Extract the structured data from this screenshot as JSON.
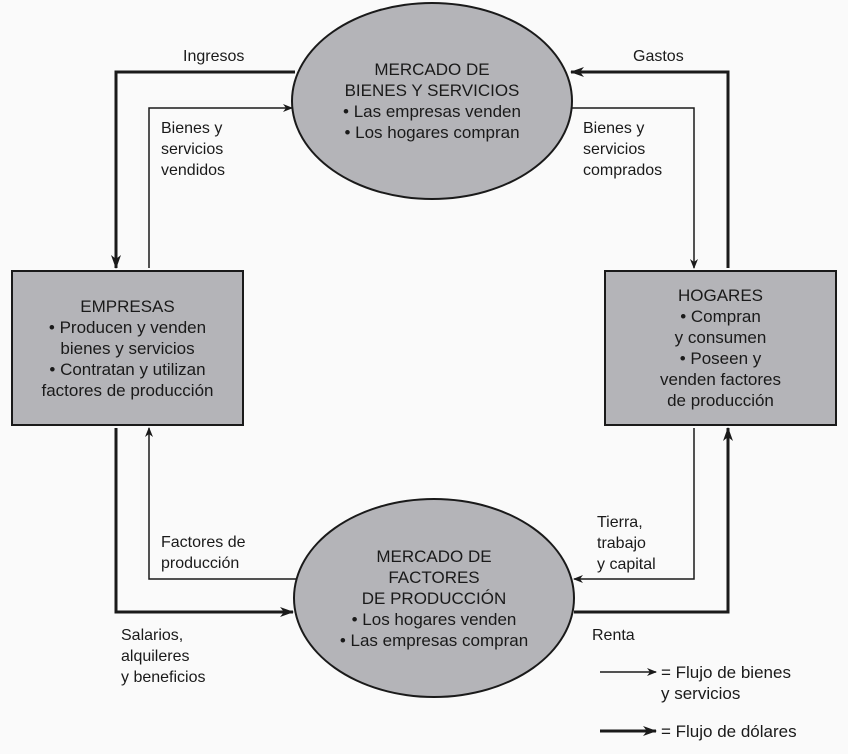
{
  "nodes": {
    "goods_market": {
      "title_line1": "MERCADO DE",
      "title_line2": "BIENES Y SERVICIOS",
      "bullets": [
        "• Las empresas venden",
        "• Los hogares compran"
      ]
    },
    "factor_market": {
      "title_line1": "MERCADO DE",
      "title_line2": "FACTORES",
      "title_line3": "DE PRODUCCIÓN",
      "bullets": [
        "• Los hogares venden",
        "• Las empresas compran"
      ]
    },
    "firms": {
      "title": "EMPRESAS",
      "lines": [
        "• Producen y venden",
        "bienes y servicios",
        "• Contratan y utilizan",
        "factores de producción"
      ]
    },
    "households": {
      "title": "HOGARES",
      "lines": [
        "• Compran",
        "y consumen",
        "• Poseen y",
        "venden factores",
        "de producción"
      ]
    }
  },
  "flows": {
    "ingresos": "Ingresos",
    "gastos": "Gastos",
    "bienes_vendidos": "Bienes y\nservicios\nvendidos",
    "bienes_comprados": "Bienes y\nservicios\ncomprados",
    "factores": "Factores de\nproducción",
    "tierra": "Tierra,\ntrabajo\ny capital",
    "salarios": "Salarios,\nalquileres\ny beneficios",
    "renta": "Renta"
  },
  "legend": {
    "thin": "= Flujo de bienes\n   y servicios",
    "thick": "= Flujo de dólares"
  }
}
